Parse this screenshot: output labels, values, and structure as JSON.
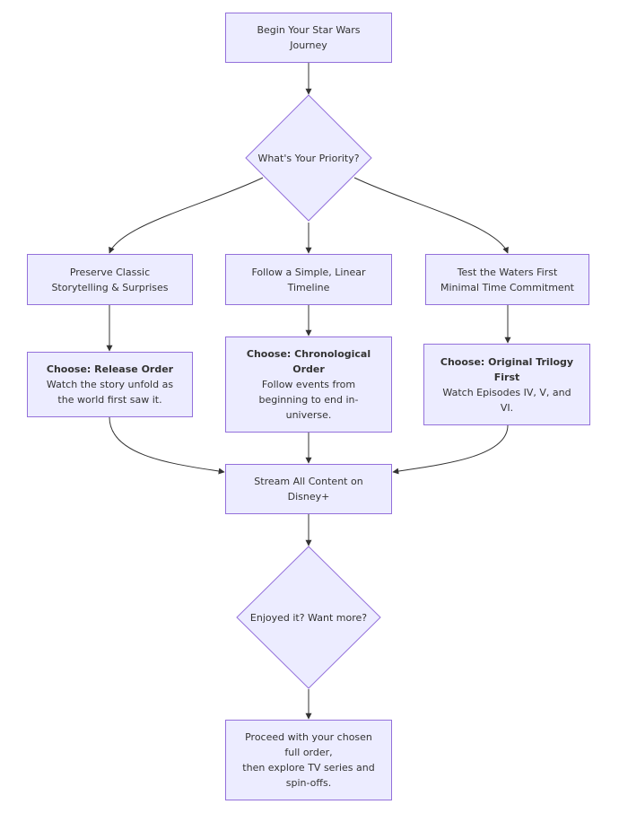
{
  "colors": {
    "node_fill": "#ECECFF",
    "node_stroke": "#9370DB",
    "edge": "#333333",
    "text": "#333333"
  },
  "nodes": {
    "start": [
      "Begin Your Star Wars",
      "Journey"
    ],
    "priority": "What's Your Priority?",
    "classic": [
      "Preserve Classic",
      "Storytelling & Surprises"
    ],
    "linear": [
      "Follow a Simple, Linear",
      "Timeline"
    ],
    "test": [
      "Test the Waters First",
      "Minimal Time Commitment"
    ],
    "release": {
      "title": "Choose: Release Order",
      "lines": [
        "Watch the story unfold as",
        "the world first saw it."
      ]
    },
    "chrono": {
      "title": [
        "Choose: Chronological",
        "Order"
      ],
      "lines": [
        "Follow events from",
        "beginning to end in-",
        "universe."
      ]
    },
    "original": {
      "title": [
        "Choose: Original Trilogy",
        "First"
      ],
      "lines": [
        "Watch Episodes IV, V, and",
        "VI."
      ]
    },
    "stream": [
      "Stream All Content on",
      "Disney+"
    ],
    "enjoyed": "Enjoyed it? Want more?",
    "proceed": [
      "Proceed with your chosen",
      "full order,",
      "then explore TV series and",
      "spin-offs."
    ]
  }
}
